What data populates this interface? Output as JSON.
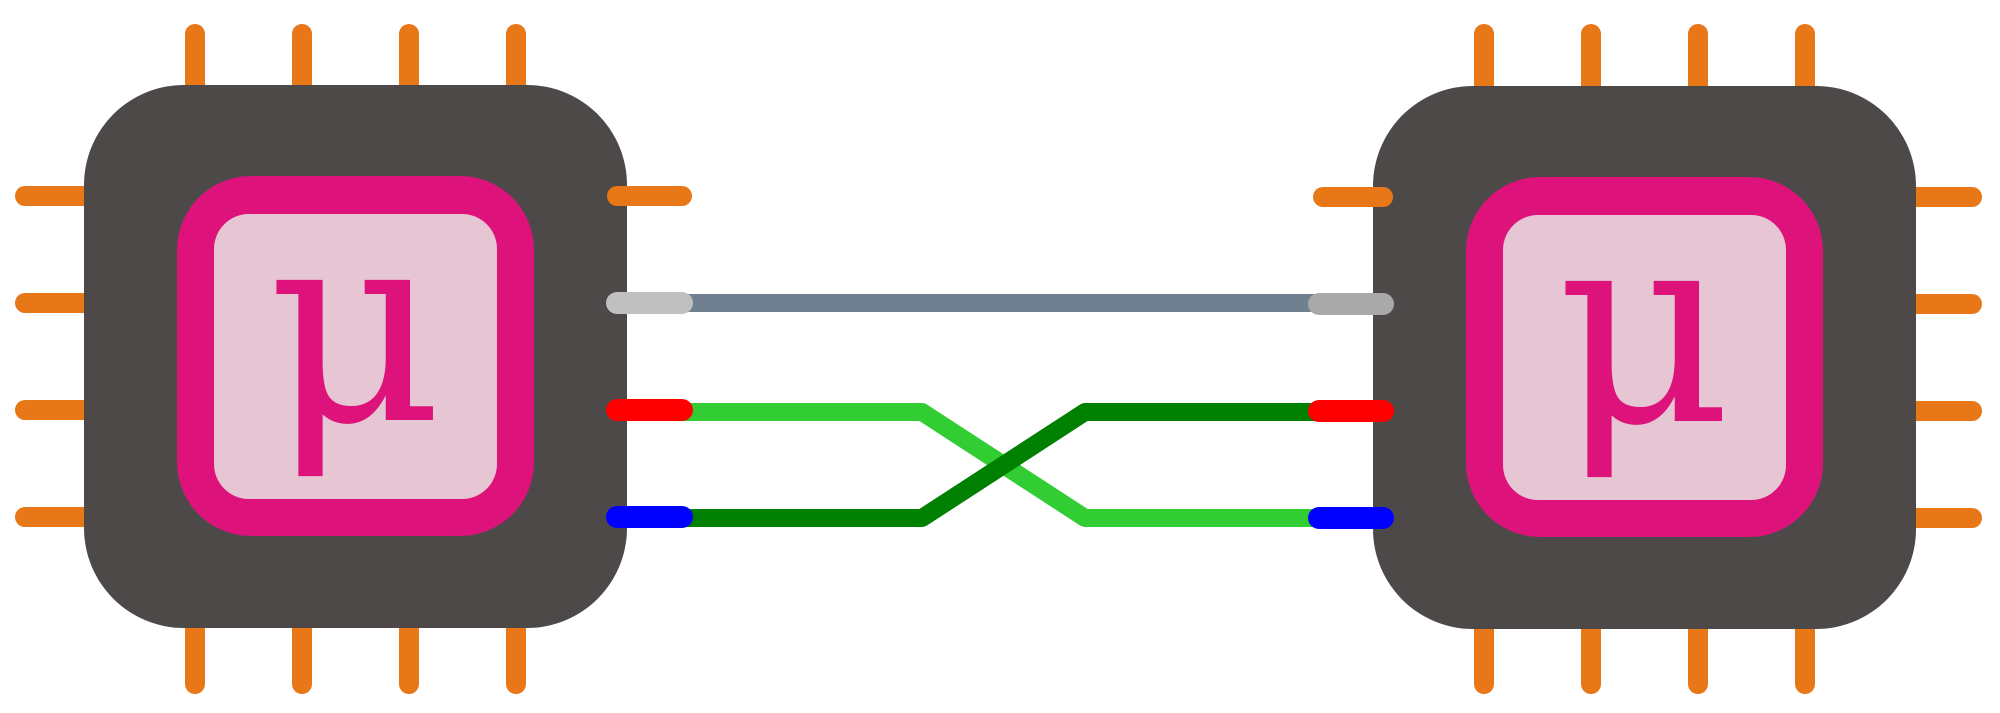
{
  "diagram": {
    "colors": {
      "chip_body": "#4d4949",
      "chip_frame": "#dd137b",
      "chip_inner": "#e6c6d2",
      "pin": "#e87718",
      "wire_gray": "#708090",
      "wire_light_green": "#32cd32",
      "wire_dark_green": "#008000",
      "pad_gray_left": "#c0c0c0",
      "pad_gray_right": "#a9a9a9",
      "pad_red": "#ff0000",
      "pad_blue": "#0000ff"
    },
    "chips": [
      {
        "id": "left",
        "symbol": "μ"
      },
      {
        "id": "right",
        "symbol": "μ"
      }
    ]
  }
}
